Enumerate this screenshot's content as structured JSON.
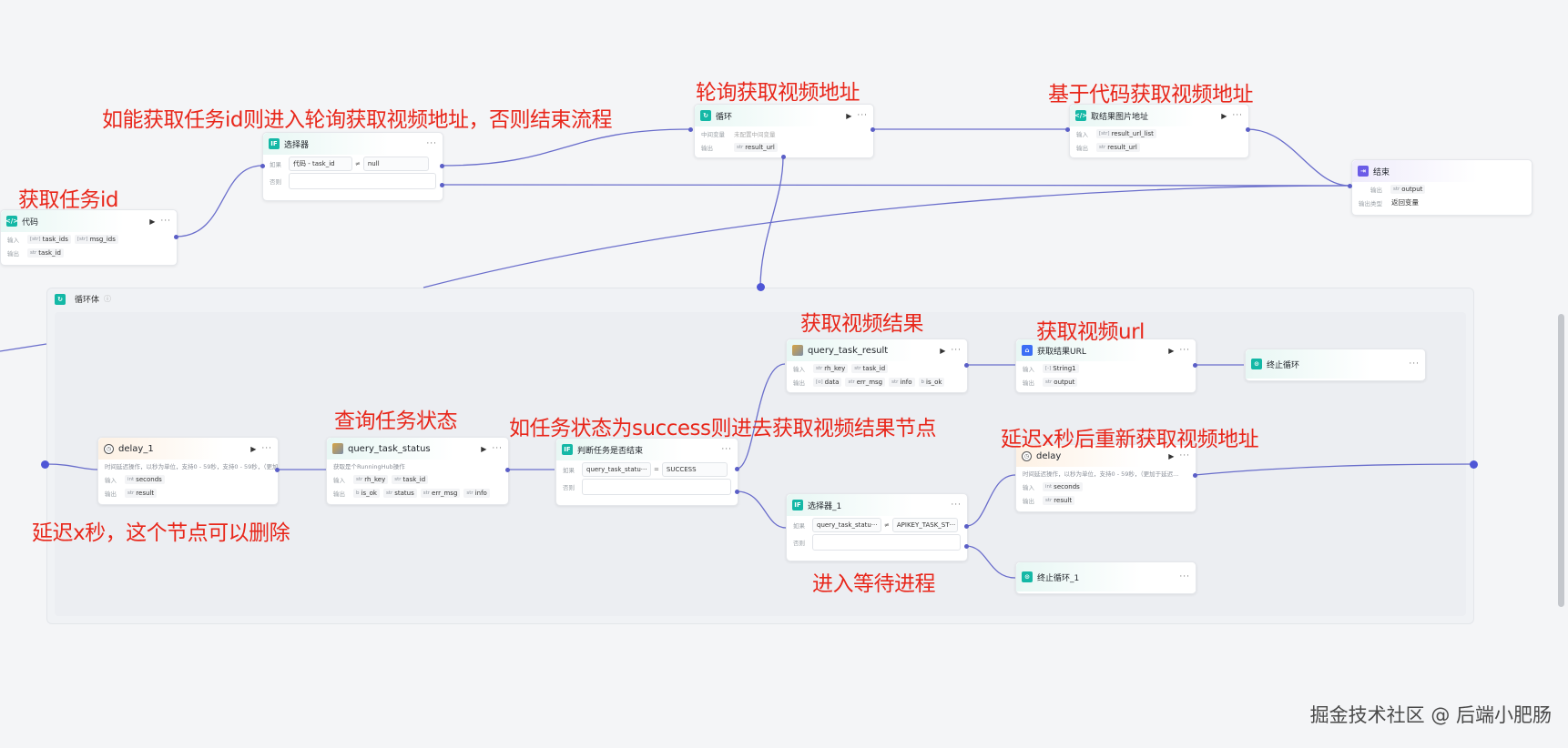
{
  "colors": {
    "wire": "#5b5fc7",
    "annotation": "#e8271b",
    "accent_teal": "#14b8a6",
    "accent_violet": "#6b5ce7"
  },
  "labels": {
    "input": "输入",
    "output": "输出",
    "if": "如果",
    "else": "否则",
    "mid_var": "中间变量",
    "output_type": "输出类型"
  },
  "icons": {
    "code": "code-icon",
    "if": "if-icon",
    "loop": "loop-icon",
    "end": "end-icon",
    "stop": "stop-icon",
    "clock": "clock-icon",
    "plugin": "plugin-icon"
  },
  "annotations": {
    "get_task_id": "获取任务id",
    "selector_note": "如能获取任务id则进入轮询获取视频地址，否则结束流程",
    "poll_note": "轮询获取视频地址",
    "code_note": "基于代码获取视频地址",
    "query_status_note": "查询任务状态",
    "judge_note": "如任务状态为success则进去获取视频结果节点",
    "get_result_note": "获取视频结果",
    "get_url_note": "获取视频url",
    "delay_again_note": "延迟x秒后重新获取视频地址",
    "delay_note": "延迟x秒，这个节点可以删除",
    "wait_note": "进入等待进程"
  },
  "watermark": "掘金技术社区 @ 后端小肥肠",
  "nodes": {
    "code": {
      "title": "代码",
      "in1": "task_ids",
      "in2": "msg_ids",
      "out1": "task_id"
    },
    "selector": {
      "title": "选择器",
      "left": "代码 - task_id",
      "op": "≠",
      "right": "null"
    },
    "loop": {
      "title": "循环",
      "mid_value": "未配置中间变量",
      "out1": "result_url"
    },
    "get_image": {
      "title": "取结果图片地址",
      "in1": "result_url_list",
      "out1": "result_url"
    },
    "end": {
      "title": "结束",
      "out1": "output",
      "type_value": "返回变量"
    },
    "loop_body": {
      "title": "循环体"
    },
    "delay1": {
      "title": "delay_1",
      "desc": "时间延迟操作，以秒为单位，支持0 - 59秒，支持0 - 59秒，（更加于延迟...",
      "in1": "seconds",
      "out1": "result"
    },
    "query_status": {
      "title": "query_task_status",
      "desc": "获取是个RunningHub操作",
      "in1": "rh_key",
      "in2": "task_id",
      "out1": "is_ok",
      "out2": "status",
      "out3": "err_msg",
      "out4": "info"
    },
    "judge": {
      "title": "判断任务是否结束",
      "left": "query_task_statu···",
      "op": "=",
      "right": "SUCCESS"
    },
    "query_result": {
      "title": "query_task_result",
      "in1": "rh_key",
      "in2": "task_id",
      "out1": "data",
      "out2": "err_msg",
      "out3": "info",
      "out4": "is_ok"
    },
    "get_url": {
      "title": "获取结果URL",
      "in1": "String1",
      "out1": "output"
    },
    "stop": {
      "title": "终止循环"
    },
    "selector1": {
      "title": "选择器_1",
      "left": "query_task_statu···",
      "op": "≠",
      "right": "APIKEY_TASK_ST···"
    },
    "delay": {
      "title": "delay",
      "desc": "时间延迟操作，以秒为单位，支持0 - 59秒，（更加于延迟...",
      "in1": "seconds",
      "out1": "result"
    },
    "stop1": {
      "title": "终止循环_1"
    }
  }
}
